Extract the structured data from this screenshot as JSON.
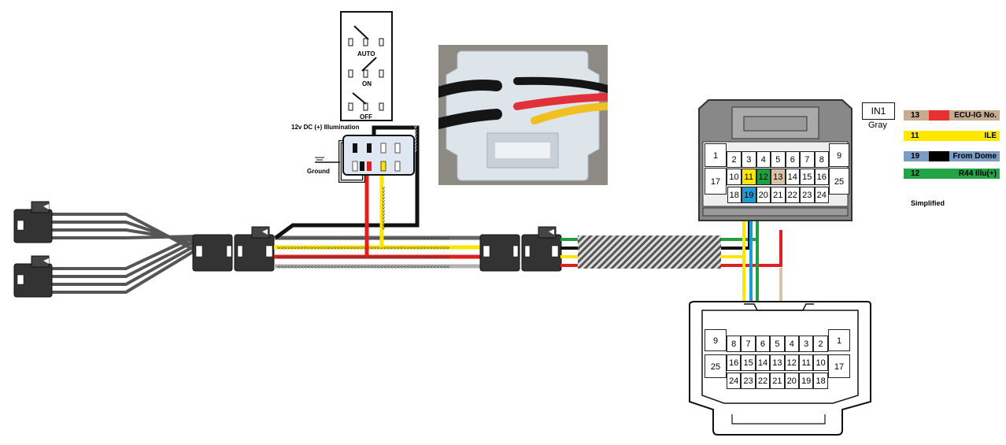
{
  "switch": {
    "positions": [
      "AUTO",
      "ON",
      "OFF"
    ]
  },
  "labels": {
    "illumination": "12v DC (+) Illumination",
    "ground": "Ground",
    "in1": "IN1",
    "gray": "Gray",
    "simplified": "Simplified"
  },
  "legend": [
    {
      "num": "13",
      "text": "ECU-IG No.",
      "bg": "#c7ab91",
      "accent": "#e83030"
    },
    {
      "num": "11",
      "text": "ILE",
      "bg": "#ffe800",
      "accent": ""
    },
    {
      "num": "19",
      "text": "From Dome",
      "bg": "#7b9cc4",
      "accent": "#000000"
    },
    {
      "num": "12",
      "text": "R44 Illu(+)",
      "bg": "#23a447",
      "accent": ""
    }
  ],
  "upper_connector": {
    "rows": [
      [
        "1"
      ],
      [
        "3",
        "4",
        "5",
        "6",
        "7",
        "8"
      ],
      [
        "11",
        "12",
        "13",
        "14",
        "15",
        "16"
      ],
      [
        "18",
        "19",
        "20",
        "21",
        "22",
        "23",
        "24"
      ],
      [
        "2",
        "10",
        "17",
        "9",
        "25"
      ]
    ]
  },
  "lower_connector": {
    "rows": [
      [
        "8",
        "7",
        "6",
        "5",
        "4",
        "3",
        "2"
      ],
      [
        "16",
        "15",
        "14",
        "13",
        "12",
        "11",
        "10"
      ],
      [
        "24",
        "23",
        "22",
        "21",
        "20",
        "19",
        "18"
      ],
      [
        "9",
        "1",
        "25",
        "17"
      ]
    ]
  },
  "colors": {
    "red": "#e02020",
    "yellow": "#ffe600",
    "green": "#1ea040",
    "black": "#111111",
    "tan": "#d8c3a8",
    "blue": "#1e9ad6",
    "gray": "#9c9c9c",
    "dark": "#333333"
  }
}
